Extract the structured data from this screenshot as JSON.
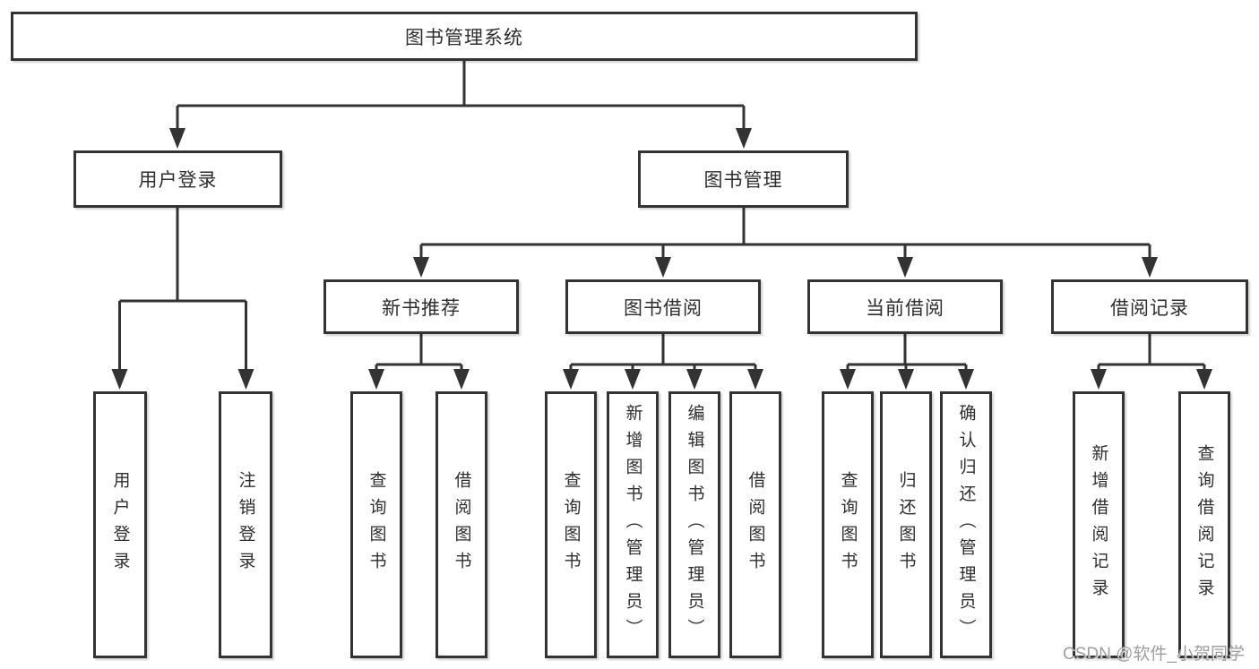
{
  "tree": {
    "label": "图书管理系统",
    "children": [
      {
        "label": "用户登录",
        "children": [
          {
            "label": "用户登录"
          },
          {
            "label": "注销登录"
          }
        ]
      },
      {
        "label": "图书管理",
        "children": [
          {
            "label": "新书推荐",
            "children": [
              {
                "label": "查询图书"
              },
              {
                "label": "借阅图书"
              }
            ]
          },
          {
            "label": "图书借阅",
            "children": [
              {
                "label": "查询图书"
              },
              {
                "label": "新增图书（管理员）"
              },
              {
                "label": "编辑图书（管理员）"
              },
              {
                "label": "借阅图书"
              }
            ]
          },
          {
            "label": "当前借阅",
            "children": [
              {
                "label": "查询图书"
              },
              {
                "label": "归还图书"
              },
              {
                "label": "确认归还（管理员）"
              }
            ]
          },
          {
            "label": "借阅记录",
            "children": [
              {
                "label": "新增借阅记录"
              },
              {
                "label": "查询借阅记录"
              }
            ]
          }
        ]
      }
    ]
  },
  "watermark": {
    "text": "CSDN @软件_小贺同学"
  },
  "colors": {
    "line": "#333333",
    "box_border": "#333333",
    "box_fill": "#ffffff",
    "text": "#2e2e2e",
    "watermark": "#9e9e9e",
    "background": "#ffffff"
  }
}
